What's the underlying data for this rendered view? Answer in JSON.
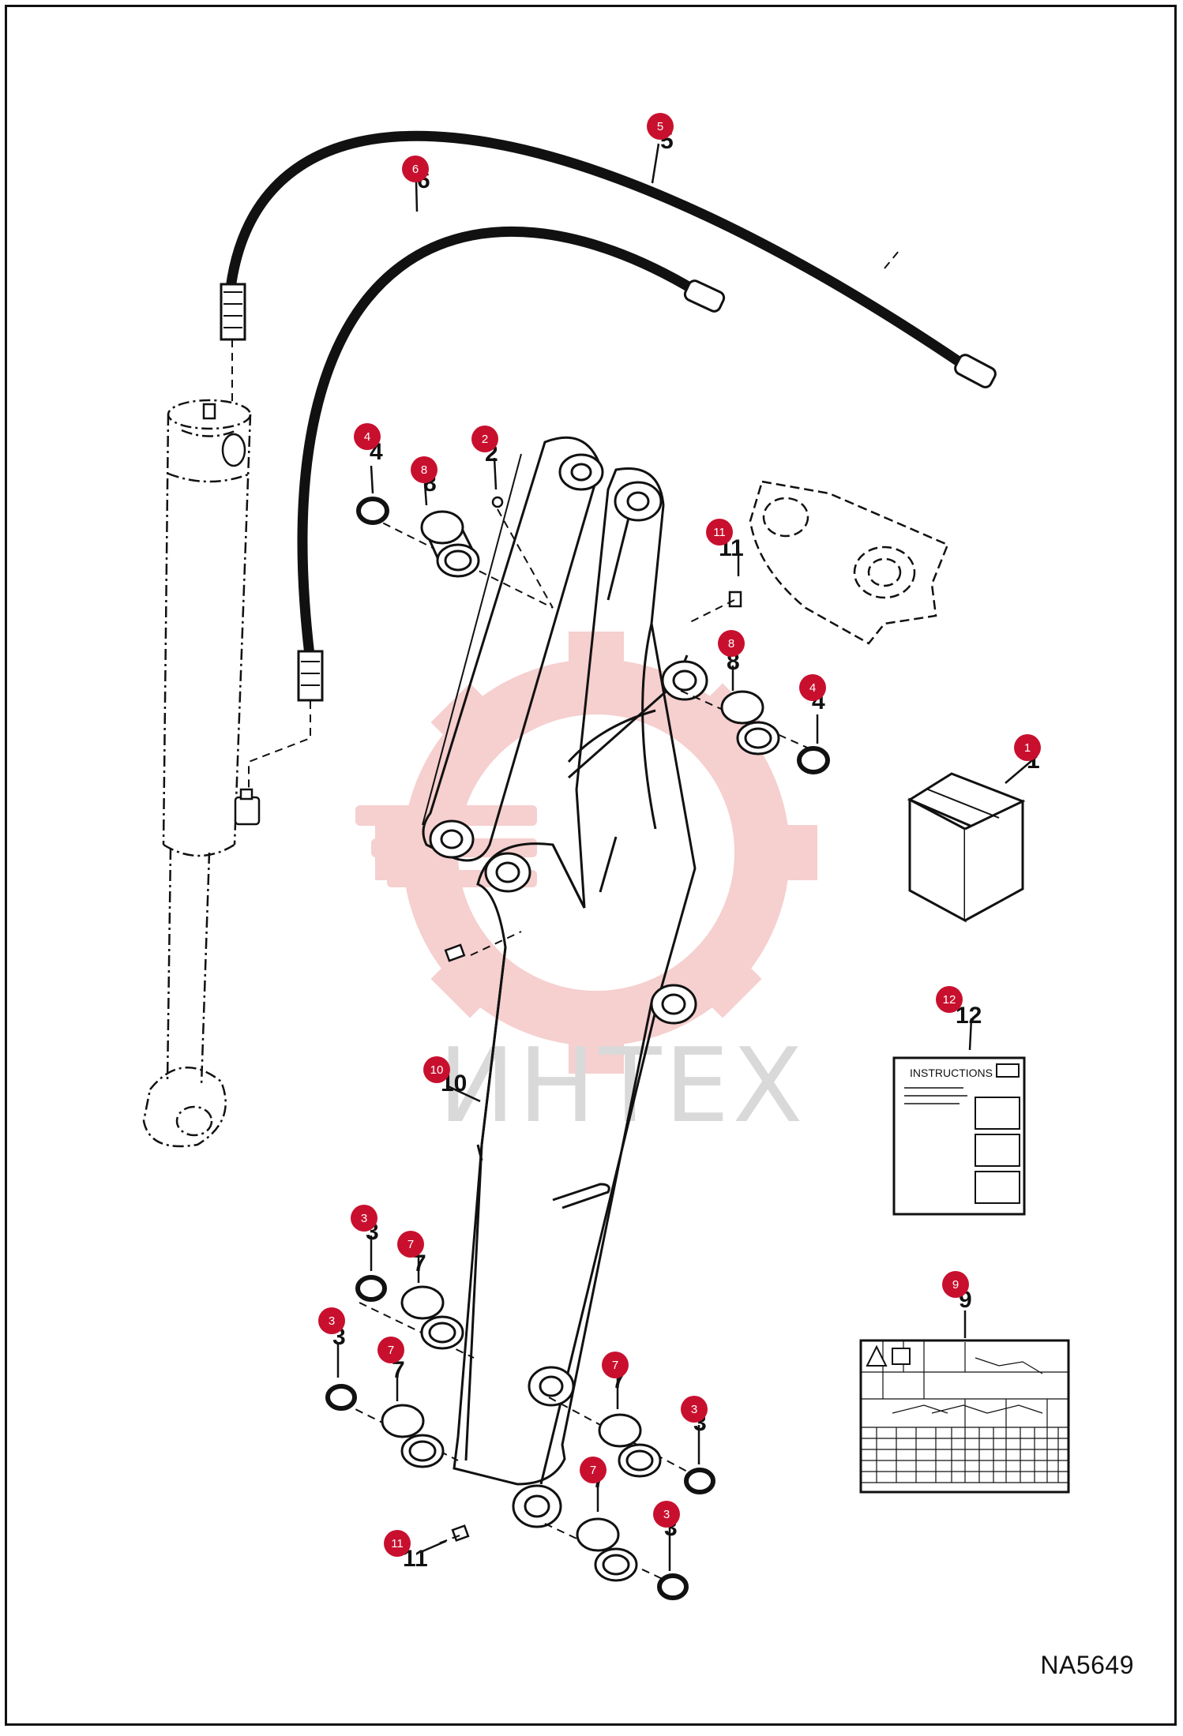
{
  "figure_code": "NA5649",
  "watermark_text": "ИНТЕХ",
  "instructions_heading": "INSTRUCTIONS",
  "colors": {
    "callout": "#c8102e",
    "line": "#111111",
    "watermark_gear": "#f6caca",
    "watermark_text": "#d9d9d9"
  },
  "parts": [
    {
      "id": "1",
      "label": "1",
      "name": "kit-box"
    },
    {
      "id": "2",
      "label": "2",
      "name": "ball"
    },
    {
      "id": "3",
      "label": "3",
      "name": "seal-ring"
    },
    {
      "id": "4",
      "label": "4",
      "name": "seal-ring-upper"
    },
    {
      "id": "5",
      "label": "5",
      "name": "hose-long"
    },
    {
      "id": "6",
      "label": "6",
      "name": "hose-short"
    },
    {
      "id": "7",
      "label": "7",
      "name": "bushing-lower"
    },
    {
      "id": "8",
      "label": "8",
      "name": "bushing-upper"
    },
    {
      "id": "9",
      "label": "9",
      "name": "load-chart-decal"
    },
    {
      "id": "10",
      "label": "10",
      "name": "arm"
    },
    {
      "id": "11",
      "label": "11",
      "name": "grease-fitting"
    },
    {
      "id": "12",
      "label": "12",
      "name": "instructions-manual"
    }
  ]
}
